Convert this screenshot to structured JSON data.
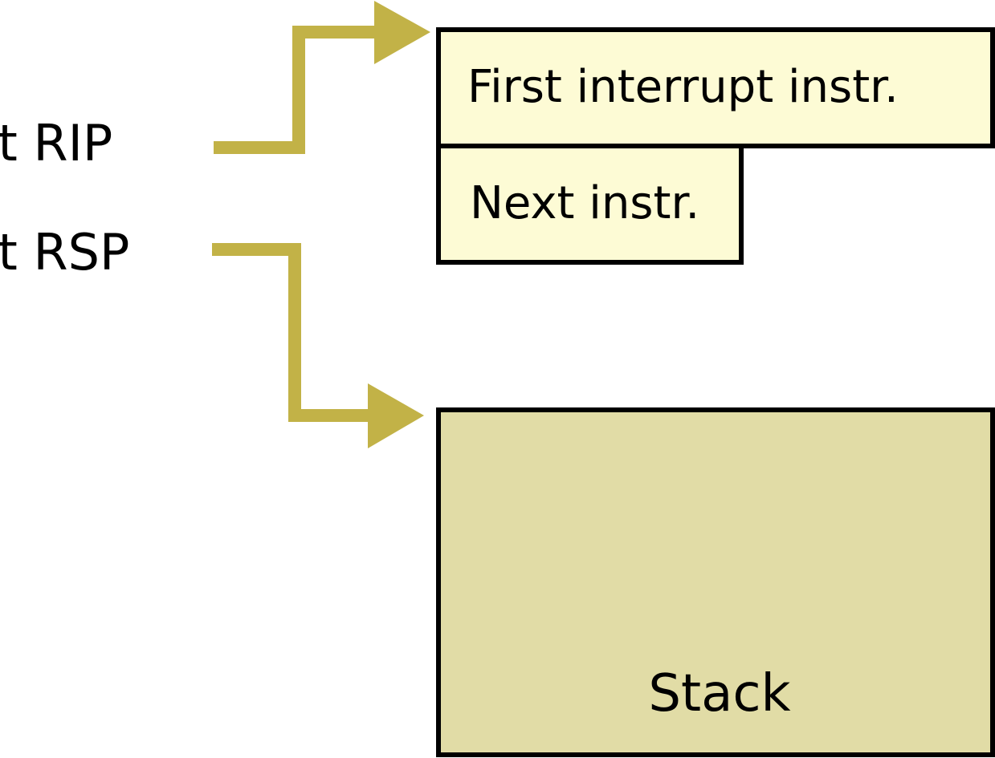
{
  "labels": {
    "rip": "int RIP",
    "rsp": "int RSP"
  },
  "boxes": {
    "first_instr": "First interrupt instr.",
    "next_instr": "Next instr.",
    "stack": "Stack"
  },
  "colors": {
    "arrow": "#c2b247",
    "instr_fill": "#fdfbd5",
    "stack_fill": "#e1dca6",
    "outline": "#000000"
  }
}
